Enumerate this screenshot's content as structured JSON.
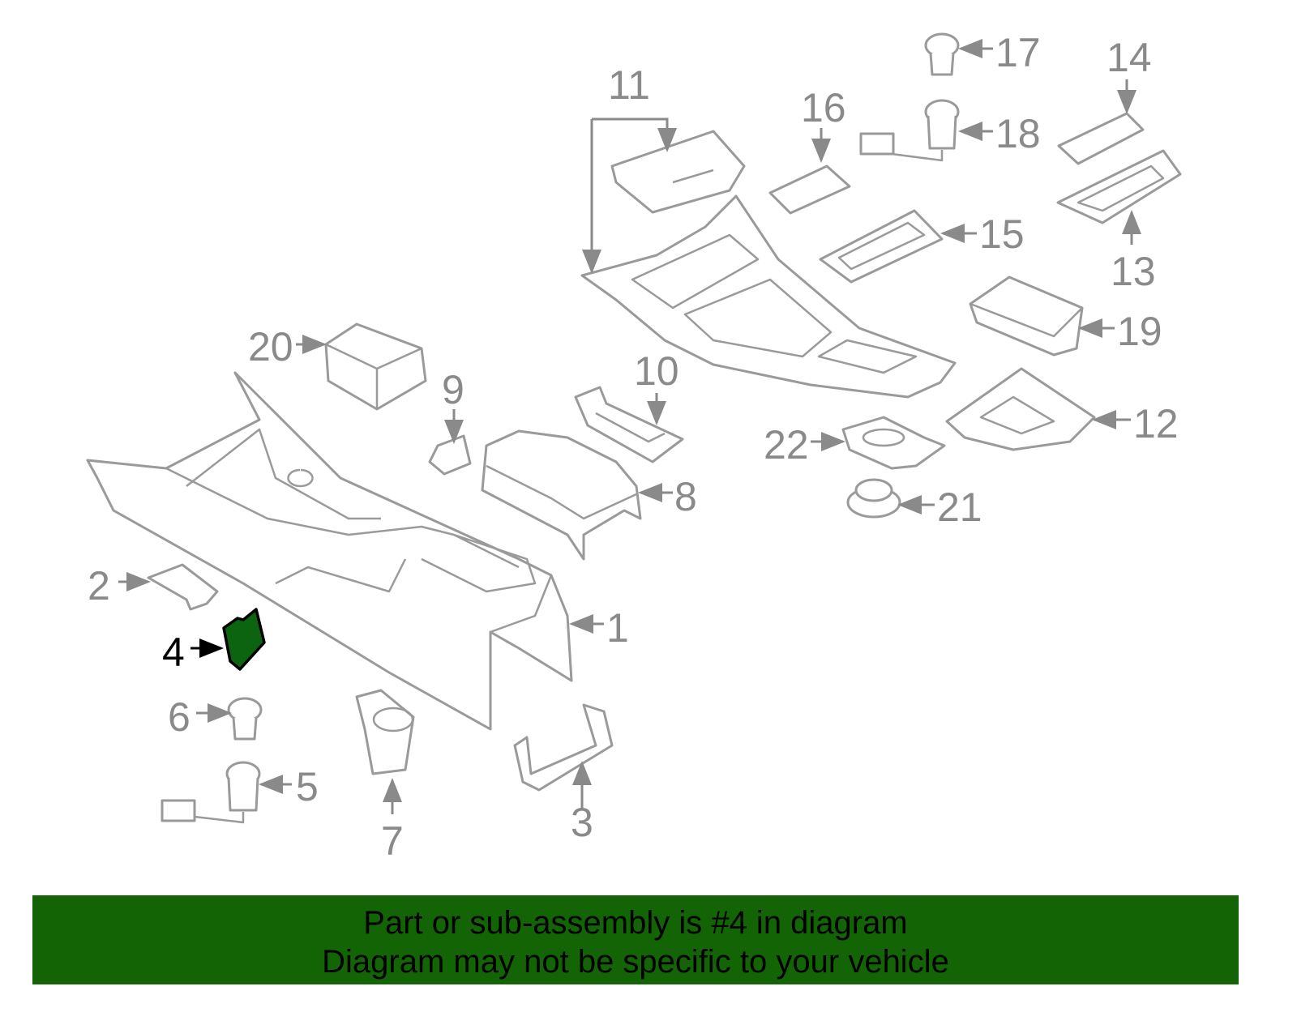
{
  "callouts": [
    "1",
    "2",
    "3",
    "4",
    "5",
    "6",
    "7",
    "8",
    "9",
    "10",
    "11",
    "12",
    "13",
    "14",
    "15",
    "16",
    "17",
    "18",
    "19",
    "20",
    "21",
    "22"
  ],
  "selected_part": "4",
  "colors": {
    "highlight": "#0c6410",
    "banner": "#136405",
    "line": "#9a9a9a"
  },
  "banner": {
    "line1": "Part or sub-assembly is #4 in diagram",
    "line2": "Diagram may not be specific to your vehicle"
  }
}
